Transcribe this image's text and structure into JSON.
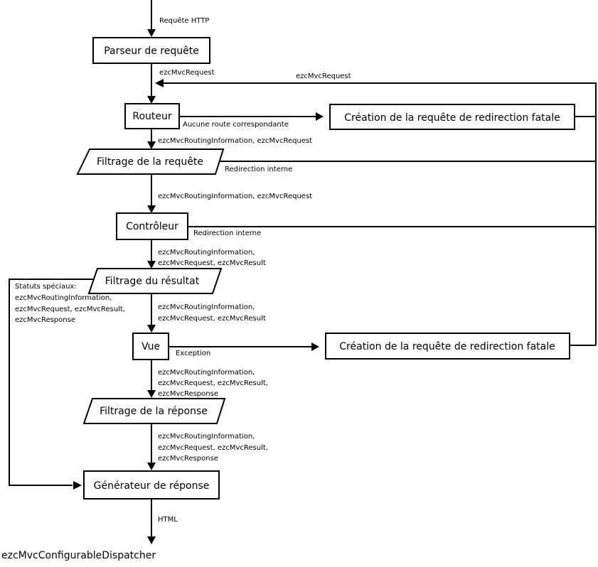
{
  "diagram": {
    "nodes": {
      "parser": "Parseur de requête",
      "router": "Routeur",
      "fatal_redirect_1": "Création de la requête de redirection fatale",
      "request_filter": "Filtrage de la requête",
      "controller": "Contrôleur",
      "result_filter": "Filtrage du résultat",
      "view": "Vue",
      "fatal_redirect_2": "Création de la requête de redirection fatale",
      "response_filter": "Filtrage de la réponse",
      "response_writer": "Générateur de réponse"
    },
    "edges": {
      "http_request": [
        "Requête HTTP"
      ],
      "ezc_request_1": [
        "ezcMvcRequest"
      ],
      "ezc_request_loop": [
        "ezcMvcRequest"
      ],
      "no_route": [
        "Aucune route correspondante"
      ],
      "routing_request_1": [
        "ezcMvcRoutingInformation, ezcMvcRequest"
      ],
      "internal_redirect_1": [
        "Redirection interne"
      ],
      "routing_request_2": [
        "ezcMvcRoutingInformation, ezcMvcRequest"
      ],
      "internal_redirect_2": [
        "Redirection interne"
      ],
      "routing_request_result_1": [
        "ezcMvcRoutingInformation,",
        "ezcMvcRequest, ezcMvcResult"
      ],
      "special_status": [
        "Statuts spéciaux:",
        "ezcMvcRoutingInformation,",
        "ezcMvcRequest, ezcMvcResult,",
        "ezcMvcResponse"
      ],
      "routing_request_result_2": [
        "ezcMvcRoutingInformation,",
        "ezcMvcRequest, ezcMvcResult"
      ],
      "exception": [
        "Exception"
      ],
      "routing_request_result_response_1": [
        "ezcMvcRoutingInformation,",
        "ezcMvcRequest, ezcMvcResult,",
        "ezcMvcResponse"
      ],
      "routing_request_result_response_2": [
        "ezcMvcRoutingInformation,",
        "ezcMvcRequest, ezcMvcResult,",
        "ezcMvcResponse"
      ],
      "html": [
        "HTML"
      ]
    },
    "footer": "ezcMvcConfigurableDispatcher"
  }
}
